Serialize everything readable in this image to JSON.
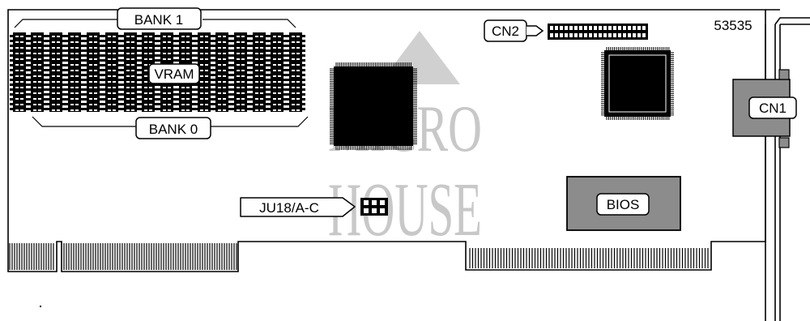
{
  "board_number": "53535",
  "labels": {
    "bank1": "BANK  1",
    "bank0": "BANK  0",
    "vram": "VRAM",
    "cn2": "CN2",
    "cn1": "CN1",
    "jumper": "JU18/A-C",
    "bios": "BIOS"
  },
  "watermark": {
    "line1": "MICRO",
    "line2": "HOUSE"
  },
  "colors": {
    "ink": "#000000",
    "watermark": "#c8c8c8",
    "bios_fill": "#8c8c8c",
    "bracket_fill": "#8c8c8c"
  },
  "icons": [
    "board-outline",
    "memory-chip",
    "qfp-chip",
    "header-connector",
    "jumper-block",
    "vga-connector",
    "edge-connector"
  ]
}
